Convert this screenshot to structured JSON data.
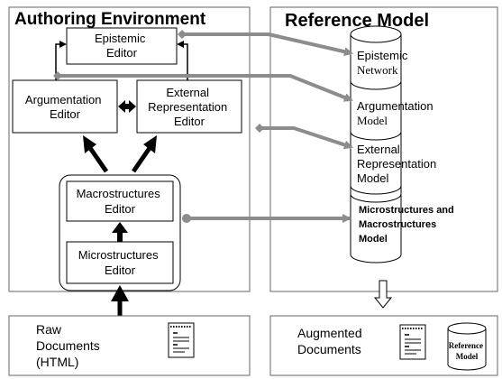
{
  "left_panel": {
    "title": "Authoring Environment"
  },
  "right_panel": {
    "title": "Reference Model"
  },
  "editors": {
    "epistemic": [
      "Epistemic",
      "Editor"
    ],
    "argumentation": [
      "Argumentation",
      "Editor"
    ],
    "external_rep": [
      "External",
      "Representation",
      "Editor"
    ],
    "macrostructures": [
      "Macrostructures",
      "Editor"
    ],
    "microstructures": [
      "Microstructures",
      "Editor"
    ]
  },
  "models": {
    "epistemic": [
      "Episte",
      "mic",
      "Network"
    ],
    "argumentation": [
      "Argumentation",
      "Model"
    ],
    "external_rep": [
      "External",
      "Representation",
      "Model"
    ],
    "micro_macro": [
      "Microstructures and",
      "Macrostructures",
      "Model"
    ]
  },
  "bottom": {
    "raw_documents": [
      "Raw",
      "Documents",
      "(HTML)"
    ],
    "augmented_documents": [
      "Augmented",
      "Documents"
    ],
    "reference_model_icon": [
      "Reference",
      "Model"
    ]
  },
  "colors": {
    "gray_arrow": "#8c8c8c",
    "black": "#000000",
    "panel_border": "#666666"
  }
}
